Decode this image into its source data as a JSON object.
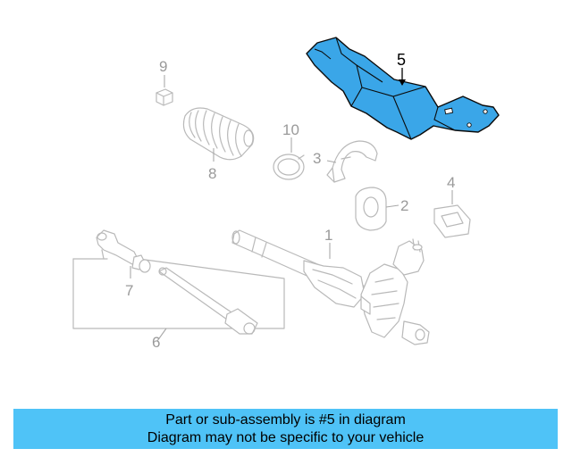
{
  "diagram": {
    "highlight_color": "#3aa6e8",
    "callouts": [
      {
        "id": "1",
        "label": "1"
      },
      {
        "id": "2",
        "label": "2"
      },
      {
        "id": "3",
        "label": "3"
      },
      {
        "id": "4",
        "label": "4"
      },
      {
        "id": "5",
        "label": "5"
      },
      {
        "id": "6",
        "label": "6"
      },
      {
        "id": "7",
        "label": "7"
      },
      {
        "id": "8",
        "label": "8"
      },
      {
        "id": "9",
        "label": "9"
      },
      {
        "id": "10",
        "label": "10"
      }
    ]
  },
  "banner": {
    "background": "#4fc3f7",
    "line1": "Part or sub-assembly is #5 in diagram",
    "line2": "Diagram may not be specific to your vehicle"
  }
}
